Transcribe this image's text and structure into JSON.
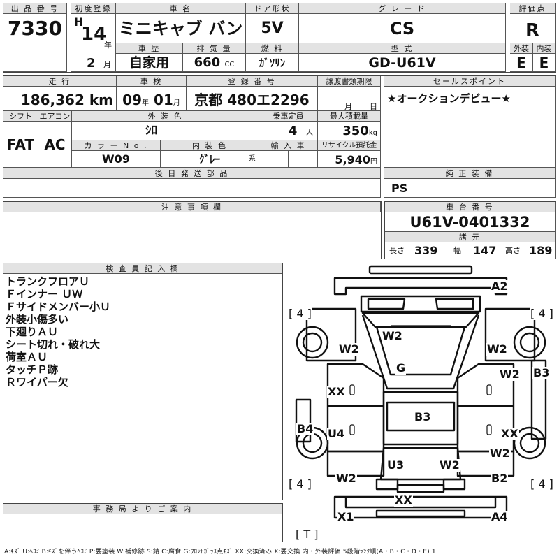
{
  "top": {
    "lot_header": "出 品 番 号",
    "lot": "7330",
    "first_reg_header": "初度登録",
    "era": "H",
    "year": "14",
    "year_unit": "年",
    "month": "2",
    "month_unit": "月",
    "car_name_header": "車 名",
    "car_name": "ミニキャブ バン",
    "door_header": "ドア形状",
    "door": "5V",
    "grade_header": "グ レ ー ド",
    "grade": "CS",
    "score_header": "評価点",
    "score": "R",
    "history_header": "車 歴",
    "history": "自家用",
    "disp_header": "排 気 量",
    "disp": "660",
    "disp_unit": "CC",
    "fuel_header": "燃 料",
    "fuel": "ｶﾞｿﾘﾝ",
    "model_header": "型 式",
    "model": "GD-U61V",
    "ext_header": "外装",
    "ext": "E",
    "int_header": "内装",
    "int": "E"
  },
  "second": {
    "mileage_header": "走 行",
    "mileage": "186,362",
    "mileage_unit": "km",
    "inspection_header": "車 検",
    "insp_y": "09",
    "insp_y_unit": "年",
    "insp_m": "01",
    "insp_m_unit": "月",
    "reg_header": "登 録 番 号",
    "reg_area": "京都",
    "reg_num": "480エ2296",
    "transfer_header": "譲渡書類期限",
    "transfer_m": "月",
    "transfer_d": "日",
    "sales_header": "セールスポイント",
    "sales": "★オークションデビュー★"
  },
  "third": {
    "shift_header": "シフト",
    "shift": "FAT",
    "ac_header": "エアコン",
    "ac": "AC",
    "color_header": "外 装 色",
    "color": "ｼﾛ",
    "capacity_header": "乗車定員",
    "capacity": "4",
    "capacity_unit": "人",
    "load_header": "最大積載量",
    "load": "350",
    "load_unit": "kg",
    "colorno_header": "カ ラ ー N o .",
    "colorno": "W09",
    "intcolor_header": "内 装 色",
    "intcolor": "ｸﾞﾚｰ",
    "intcolor_suffix": "系",
    "import_header": "輸 入 車",
    "recycle_header": "リサイクル預託金",
    "recycle": "5,940",
    "recycle_unit": "円"
  },
  "parts": {
    "header": "後 日 発 送 部 品"
  },
  "equip": {
    "header": "純 正 装 備",
    "value": "PS"
  },
  "caution": {
    "header": "注 意 事 項 欄"
  },
  "chassis": {
    "header": "車 台 番 号",
    "value": "U61V-0401332",
    "dims_header": "諸 元",
    "len_label": "長さ",
    "len": "339",
    "wid_label": "幅",
    "wid": "147",
    "hei_label": "高さ",
    "hei": "189"
  },
  "inspector": {
    "header": "検 査 員 記 入 欄",
    "notes": [
      "トランクフロアＵ",
      "Ｆインナー ＵＷ",
      "Ｆサイドメンバー小Ｕ",
      "外装小傷多い",
      "下廻りＡＵ",
      "シート切れ・破れ大",
      "荷室ＡＵ",
      "タッチＰ跡",
      "Ｒワイパー欠"
    ]
  },
  "diagram": {
    "labels": {
      "a2": "A2",
      "tl4": "[ 4 ]",
      "tr4": "[ 4 ]",
      "w2a": "W2",
      "w2b": "W2",
      "w2c": "W2",
      "g": "G",
      "w2d": "W2",
      "b3a": "B3",
      "xx1": "XX",
      "b4": "B4",
      "u4": "U4",
      "b3b": "B3",
      "xx2": "XX",
      "w2e": "W2",
      "u3": "U3",
      "w2f": "W2",
      "w2g": "W2",
      "b2": "B2",
      "bl4": "[ 4 ]",
      "br4": "[ 4 ]",
      "xx3": "XX",
      "x1": "X1",
      "a4": "A4",
      "t": "[ T ]"
    }
  },
  "office": {
    "header": "事 務 局 よ り ご 案 内"
  },
  "legend": "A:ｷｽﾞ U:ﾍｺﾐ B:ｷｽﾞを伴うﾍｺﾐ P:要塗装 W:補修跡 S:錆 C:腐食 G:ﾌﾛﾝﾄｶﾞﾗｽ点ｷｽﾞ XX:交換済み X:要交換 内・外装評価 5段階ﾗﾝｸ順(A・B・C・D・E) 1"
}
